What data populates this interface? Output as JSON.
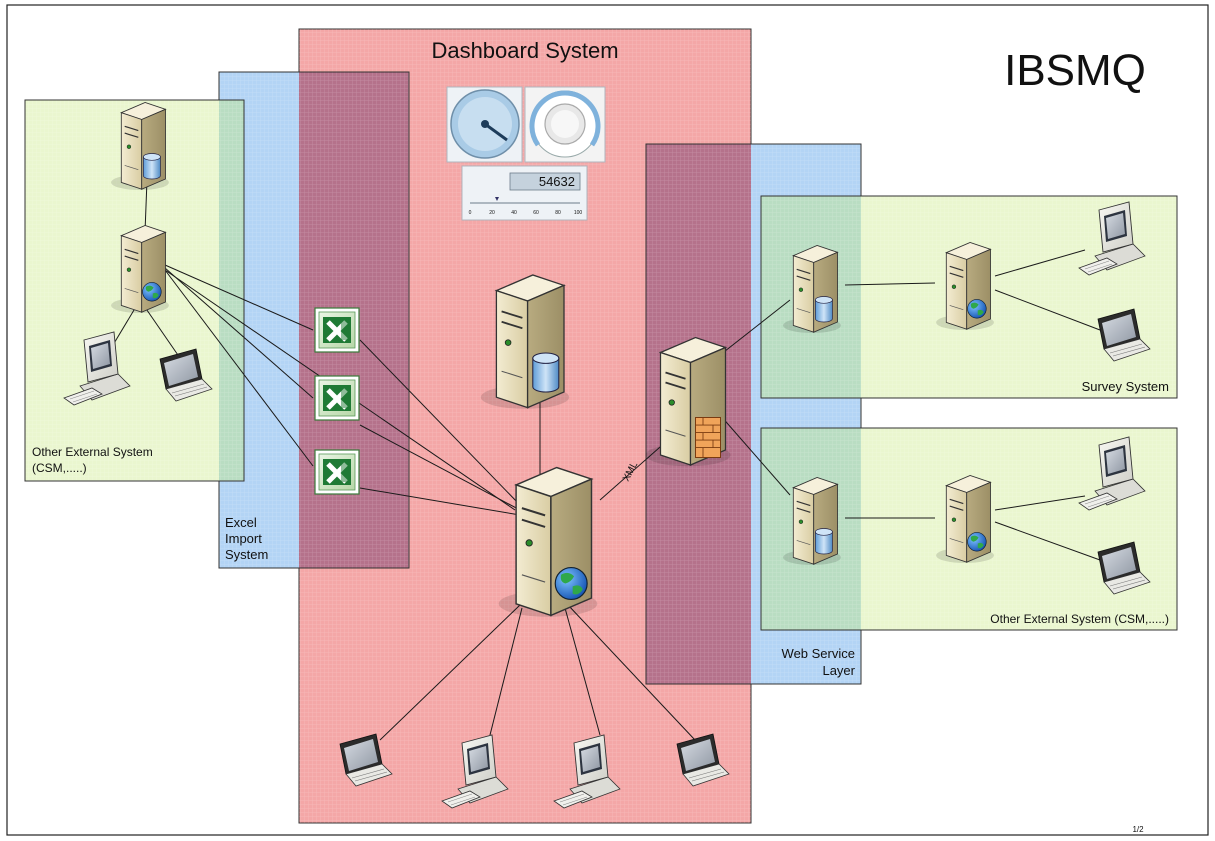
{
  "title": "IBSMQ",
  "dashboard": {
    "label": "Dashboard System",
    "lcd_value": "54632",
    "gauge_scale": [
      "0",
      "20",
      "40",
      "60",
      "80",
      "100"
    ]
  },
  "excel": {
    "label_lines": [
      "Excel",
      "Import",
      "System"
    ]
  },
  "web_service": {
    "label_lines": [
      "Web Service",
      "Layer"
    ]
  },
  "left_system": {
    "label_lines": [
      "Other External System",
      "(CSM,.....)"
    ]
  },
  "survey": {
    "label": "Survey System"
  },
  "right_external": {
    "label": "Other External System (CSM,.....)"
  },
  "connector": {
    "label": "XML"
  },
  "page_number": "1/2",
  "colors": {
    "dashboard_zone": "#f4a7a7",
    "excel_zone": "#b3d4f5",
    "external_zone": "#eaf6cf",
    "overlap_zone": "#b5677f",
    "server_body": "#e3d9b5"
  }
}
